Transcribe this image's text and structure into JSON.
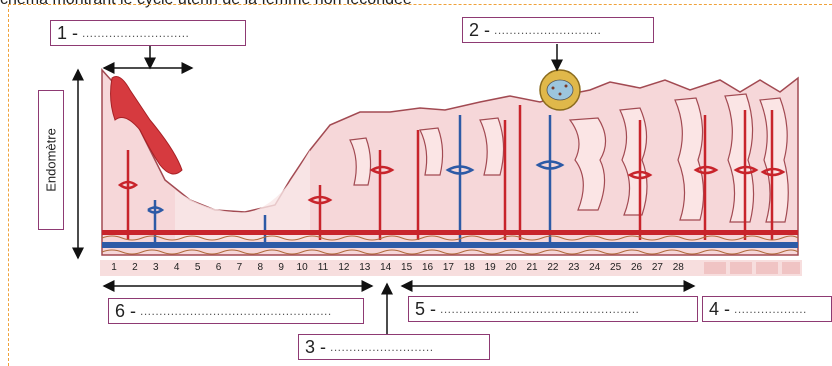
{
  "header_text": "chéma montrant le cycle utérin de la femme non fécondée",
  "label_boxes": [
    {
      "number": "1 -",
      "blank": "............................"
    },
    {
      "number": "2 -",
      "blank": "............................"
    },
    {
      "number": "3 -",
      "blank": "..........................."
    },
    {
      "number": "4 -",
      "blank": "..................."
    },
    {
      "number": "5 -",
      "blank": "...................................................."
    },
    {
      "number": "6 -",
      "blank": ".................................................."
    }
  ],
  "side_label": "Endomètre",
  "day_ticks": [
    "1",
    "2",
    "3",
    "4",
    "5",
    "6",
    "7",
    "8",
    "9",
    "10",
    "11",
    "12",
    "13",
    "14",
    "15",
    "16",
    "17",
    "18",
    "19",
    "20",
    "21",
    "22",
    "23",
    "24",
    "25",
    "26",
    "27",
    "28"
  ],
  "colors": {
    "artery": "#c8242b",
    "vein": "#2d5aa6",
    "tissue_light": "#f6d7d9",
    "tissue_edge": "#a24a52",
    "label_border": "#8e3a73",
    "frame": "#f0a23a"
  }
}
